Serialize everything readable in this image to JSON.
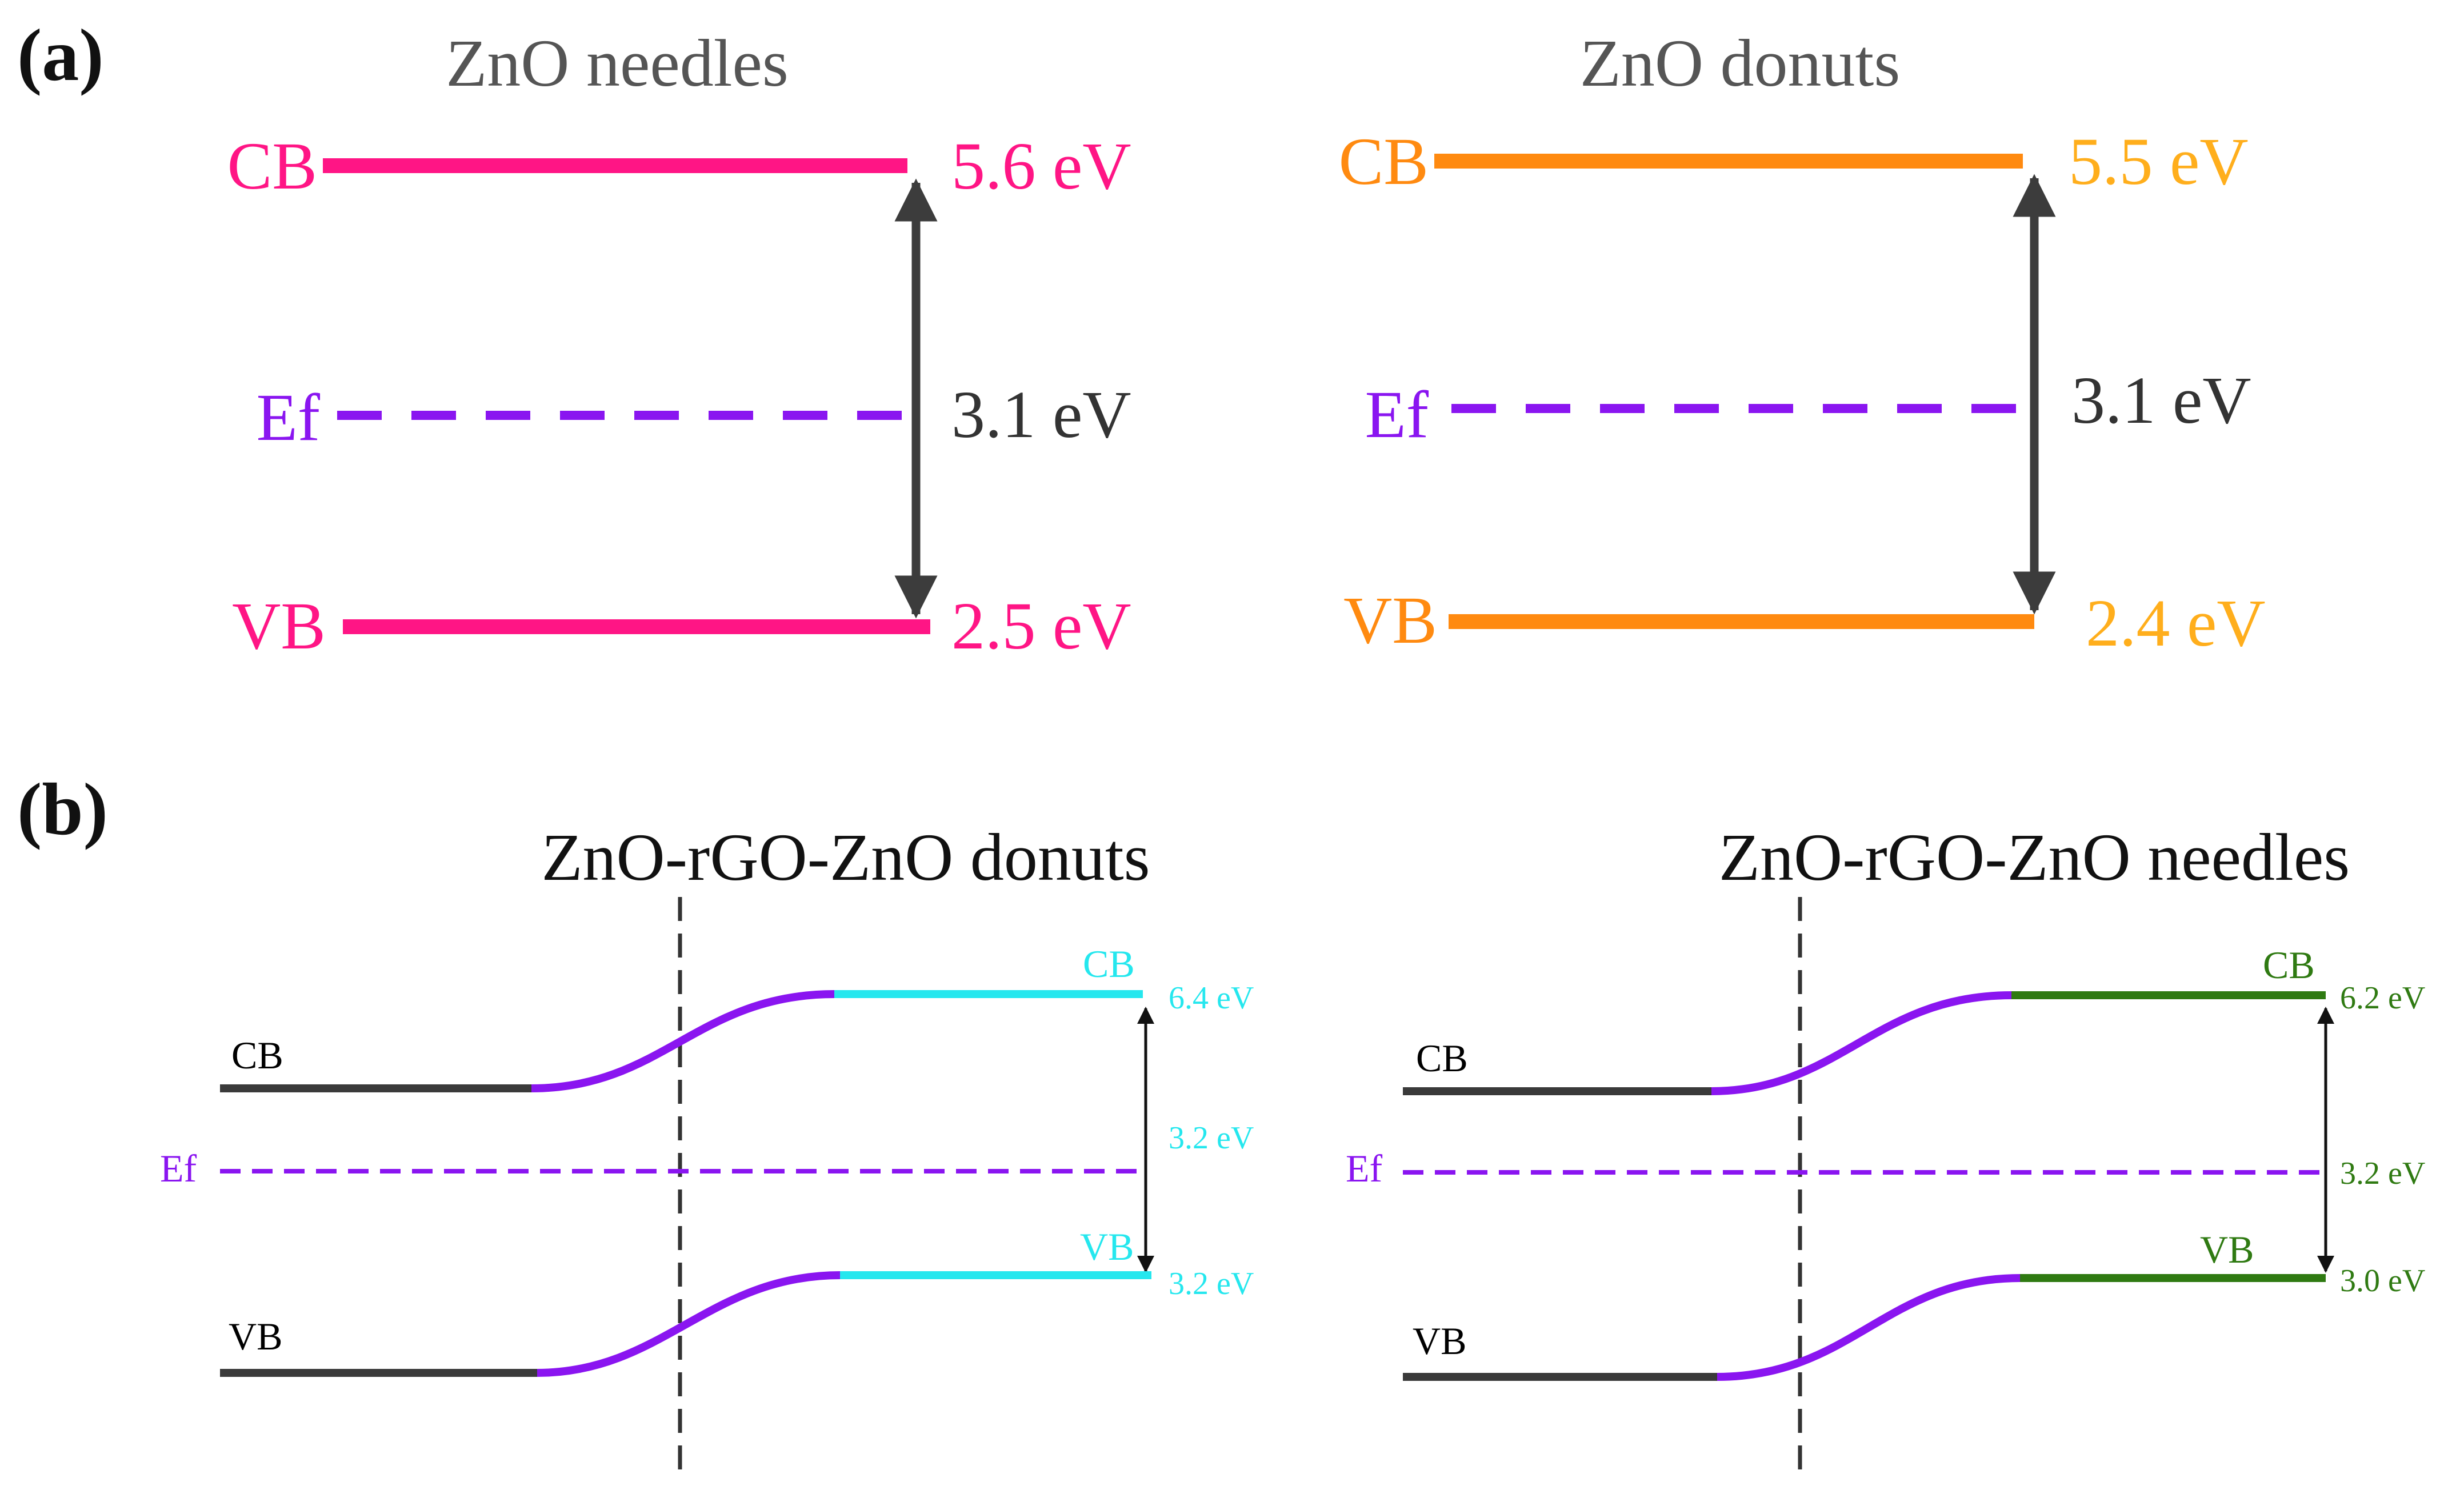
{
  "panel_a": {
    "tag": "(a)",
    "needles": {
      "title": "ZnO needles",
      "cb_label": "CB",
      "ef_label": "Ef",
      "vb_label": "VB",
      "cb_value": "5.6 eV",
      "gap_value": "3.1 eV",
      "vb_value": "2.5 eV"
    },
    "donuts": {
      "title": "ZnO donuts",
      "cb_label": "CB",
      "ef_label": "Ef",
      "vb_label": "VB",
      "cb_value": "5.5 eV",
      "gap_value": "3.1 eV",
      "vb_value": "2.4 eV"
    }
  },
  "panel_b": {
    "tag": "(b)",
    "donuts": {
      "title": "ZnO-rGO-ZnO donuts",
      "cb_left": "CB",
      "ef_left": "Ef",
      "vb_left": "VB",
      "cb_right": "CB",
      "vb_right": "VB",
      "cb_value": "6.4 eV",
      "gap_value": "3.2 eV",
      "vb_value": "3.2 eV"
    },
    "needles": {
      "title": "ZnO-rGO-ZnO needles",
      "cb_left": "CB",
      "ef_left": "Ef",
      "vb_left": "VB",
      "cb_right": "CB",
      "vb_right": "VB",
      "cb_value": "6.2 eV",
      "gap_value": "3.2 eV",
      "vb_value": "3.0 eV"
    }
  },
  "colors": {
    "needles_band": "#ff1585",
    "donuts_band": "#ff8a10",
    "donuts_value": "#ffae1c",
    "fermi": "#8a15f0",
    "arrow": "#3c3c3c",
    "donuts_b_band": "#25e7ee",
    "needles_b_band": "#2f7a12",
    "rgo_band": "#3a3a3a"
  }
}
